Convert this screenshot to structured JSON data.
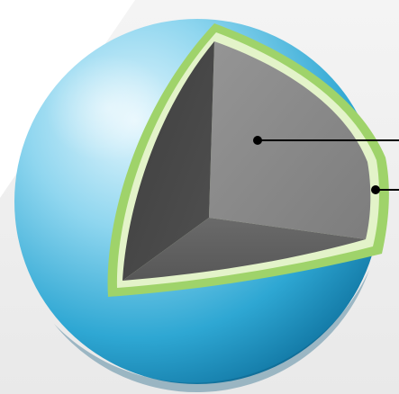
{
  "diagram": {
    "type": "cutaway-sphere",
    "labels": [],
    "colors": {
      "background": "#ffffff",
      "panel": "#efefef",
      "sphere_light": "#d7f1fb",
      "sphere_mid": "#46b6da",
      "sphere_dark": "#0b6f9e",
      "rim_outer": "#9fd36a",
      "rim_inner": "#e3f3c9",
      "cut_face_top": "#8c8c8c",
      "cut_face_left": "#474747",
      "cut_face_bottom": "#5f5f5f",
      "leader_line": "#000000"
    },
    "leader_lines": [
      {
        "name": "inner-core-pointer",
        "points_to": "cut-face"
      },
      {
        "name": "rim-pointer",
        "points_to": "rim"
      }
    ]
  }
}
